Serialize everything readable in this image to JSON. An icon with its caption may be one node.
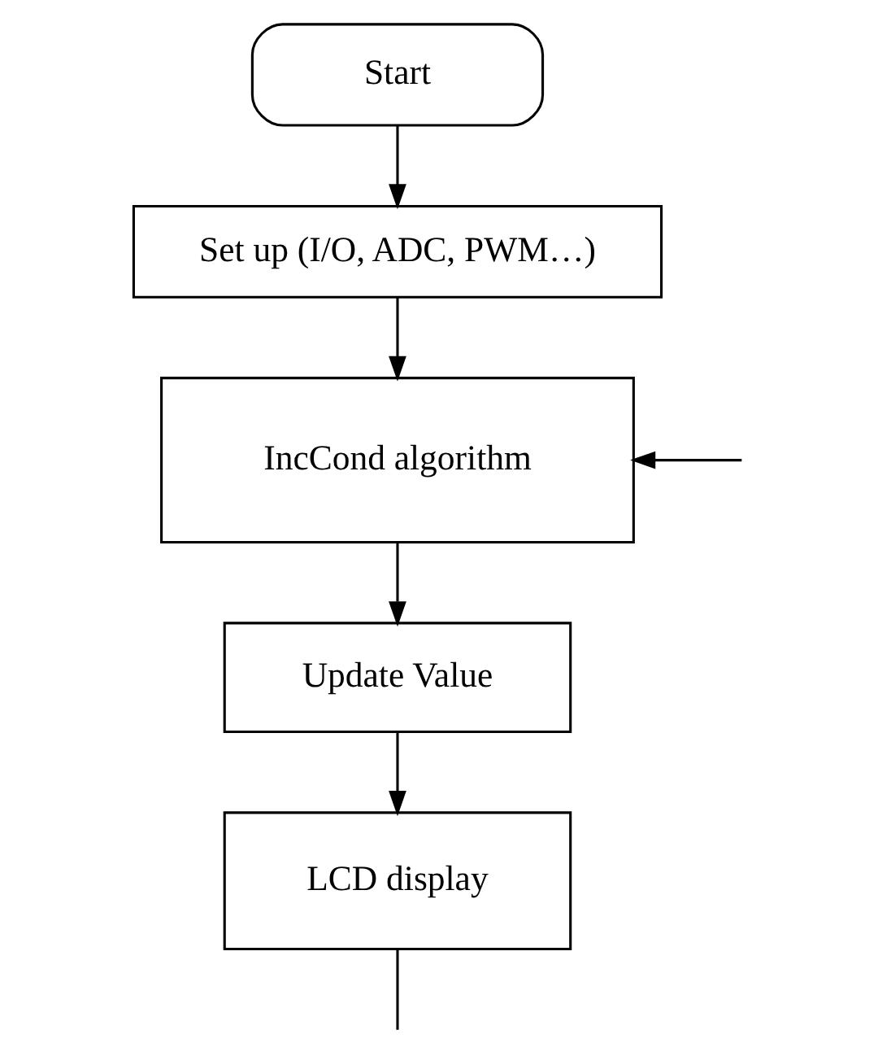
{
  "diagram": {
    "nodes": [
      {
        "text": [
          "Start"
        ]
      },
      {
        "text": [
          "Set up (I/O, ADC, PWM…)"
        ]
      },
      {
        "text": [
          "IncCond algorithm"
        ]
      },
      {
        "text": [
          "Update Value"
        ]
      },
      {
        "text": [
          "LCD display"
        ]
      }
    ],
    "edges": [
      {
        "from": 0,
        "to": 1,
        "arrow": "to"
      },
      {
        "from": 1,
        "to": 2,
        "arrow": "to"
      },
      {
        "from": null,
        "to": 2,
        "arrow": "to"
      },
      {
        "from": 2,
        "to": 3,
        "arrow": "to"
      },
      {
        "from": 3,
        "to": 4,
        "arrow": "to"
      },
      {
        "from": 4,
        "to": null,
        "arrow": "none"
      }
    ]
  }
}
